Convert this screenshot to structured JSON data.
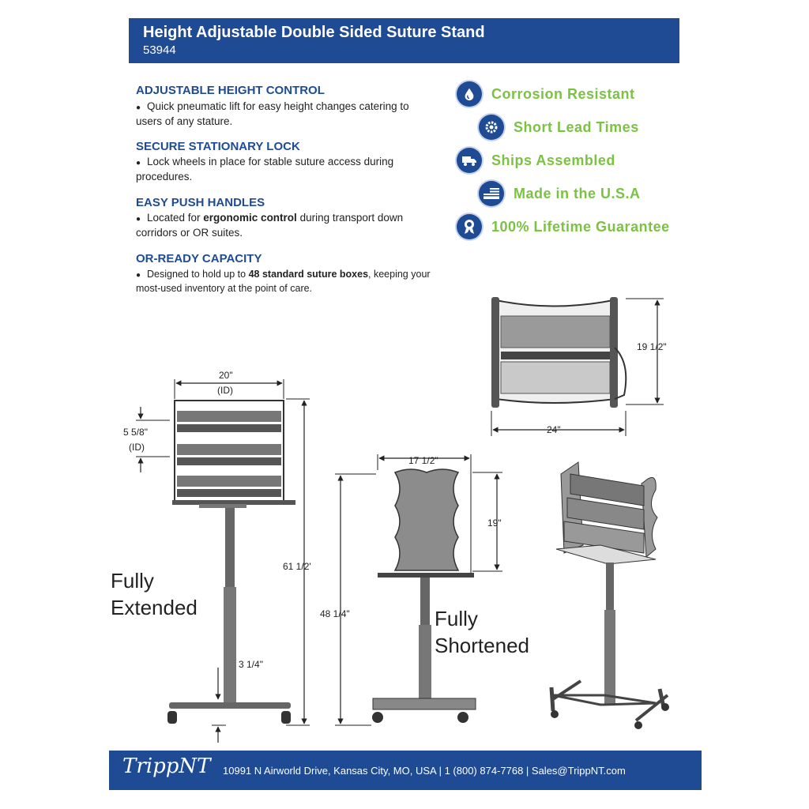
{
  "header": {
    "title": "Height Adjustable Double Sided Suture Stand",
    "model": "53944"
  },
  "features": [
    {
      "heading": "ADJUSTABLE HEIGHT CONTROL",
      "pre": "Quick pneumatic lift for easy height changes catering to users of any stature.",
      "bold": "",
      "post": ""
    },
    {
      "heading": "SECURE STATIONARY LOCK",
      "pre": "Lock wheels in place for stable suture access during procedures.",
      "bold": "",
      "post": ""
    },
    {
      "heading": "EASY PUSH HANDLES",
      "pre": "Located for ",
      "bold": "ergonomic control",
      "post": " during transport down corridors or OR suites."
    },
    {
      "heading": "OR-READY CAPACITY",
      "pre": "Designed to hold up to ",
      "bold": "48 standard suture boxes",
      "post": ", keeping your most-used inventory at the point of care."
    }
  ],
  "badges": [
    {
      "label": "Corrosion Resistant",
      "icon": "droplet-icon"
    },
    {
      "label": "Short Lead Times",
      "icon": "gear-icon"
    },
    {
      "label": "Ships Assembled",
      "icon": "truck-icon"
    },
    {
      "label": "Made in the U.S.A",
      "icon": "flag-icon"
    },
    {
      "label": "100% Lifetime Guarantee",
      "icon": "ribbon-icon"
    }
  ],
  "dimensions": {
    "top_width": "24\"",
    "top_height": "19 1/2\"",
    "id_width": "20\"",
    "id_width_note": "(ID)",
    "shelf_gap": "5 5/8\"",
    "shelf_gap_note": "(ID)",
    "extended_height": "61 1/2'",
    "base_clearance": "3 1/4\"",
    "side_width": "17 1/2\"",
    "side_height": "19\"",
    "shortened_height": "48 1/4\""
  },
  "labels": {
    "extended_1": "Fully",
    "extended_2": "Extended",
    "shortened_1": "Fully",
    "shortened_2": "Shortened"
  },
  "footer": {
    "logo": "TrippNT",
    "contact": "10991 N Airworld Drive, Kansas City, MO, USA | 1 (800) 874-7768 | Sales@TrippNT.com"
  },
  "colors": {
    "brand_blue": "#1e4b94",
    "accent_green": "#7cc242"
  }
}
